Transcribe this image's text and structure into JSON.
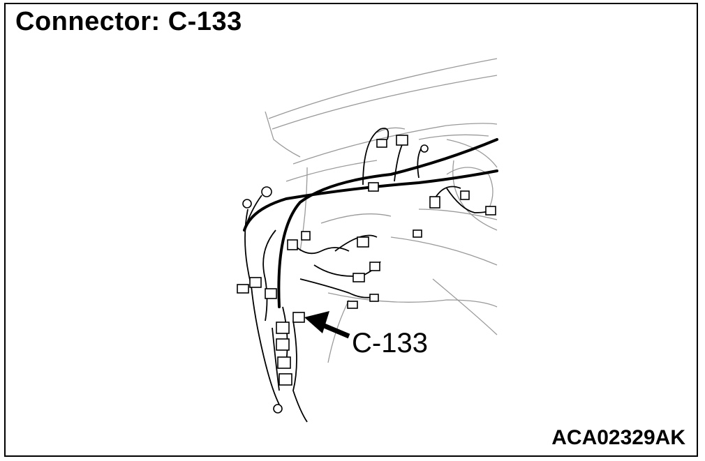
{
  "title": "Connector: C-133",
  "callout_label": "C-133",
  "figure_code": "ACA02329AK"
}
